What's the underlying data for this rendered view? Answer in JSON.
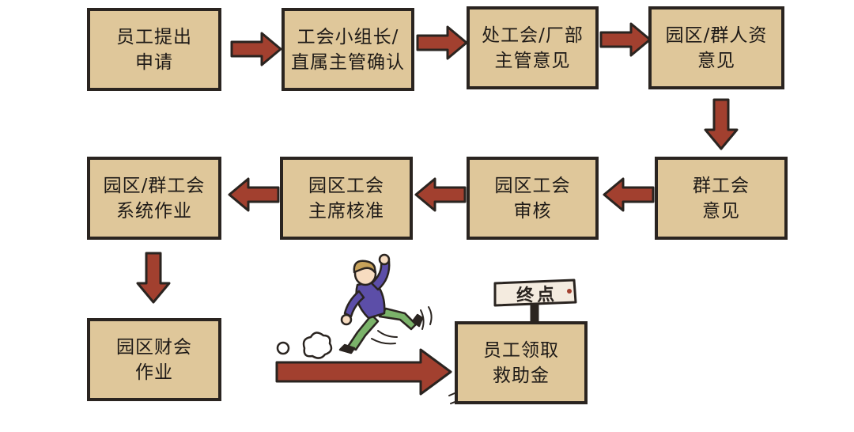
{
  "steps": [
    {
      "id": "s1",
      "text": "员工提出\n申请"
    },
    {
      "id": "s2",
      "text": "工会小组长/\n直属主管确认"
    },
    {
      "id": "s3",
      "text": "处工会/厂部\n主管意见"
    },
    {
      "id": "s4",
      "text": "园区/群人资\n意见"
    },
    {
      "id": "s5",
      "text": "群工会\n意见"
    },
    {
      "id": "s6",
      "text": "园区工会\n审核"
    },
    {
      "id": "s7",
      "text": "园区工会\n主席核准"
    },
    {
      "id": "s8",
      "text": "园区/群工会\n系统作业"
    },
    {
      "id": "s9",
      "text": "园区财会\n作业"
    },
    {
      "id": "s10",
      "text": "员工领取\n救助金"
    }
  ],
  "finish_sign": "终点",
  "colors": {
    "box_fill": "#dfc79a",
    "box_border": "#2a2420",
    "arrow_fill": "#a2402f",
    "arrow_outline": "#2a2420"
  }
}
